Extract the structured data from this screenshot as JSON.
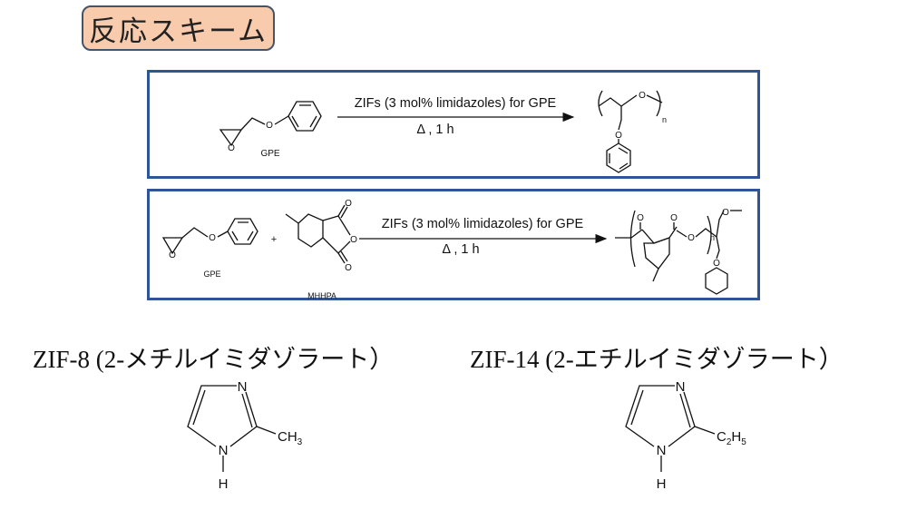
{
  "title": "反応スキーム",
  "scheme1": {
    "reactant_label": "GPE",
    "condition_top": "ZIFs (3 mol% limidazoles) for GPE",
    "condition_bottom": "Δ , 1 h",
    "atom_o": "O",
    "subscript_n": "n"
  },
  "scheme2": {
    "reactant1_label": "GPE",
    "plus": "+",
    "reactant2_label": "MHHPA",
    "condition_top": "ZIFs (3 mol% limidazoles) for GPE",
    "condition_bottom": "Δ , 1 h",
    "atom_o": "O",
    "subscript_n": "n"
  },
  "zif8": {
    "heading": "ZIF-8 (2-メチルイミダゾラート）",
    "atom_n": "N",
    "atom_h": "H",
    "substituent": "CH",
    "substituent_sub": "3"
  },
  "zif14": {
    "heading": "ZIF-14 (2-エチルイミダゾラート）",
    "atom_n": "N",
    "atom_h": "H",
    "substituent_c": "C",
    "sub1": "2",
    "substituent_h": "H",
    "sub2": "5"
  }
}
